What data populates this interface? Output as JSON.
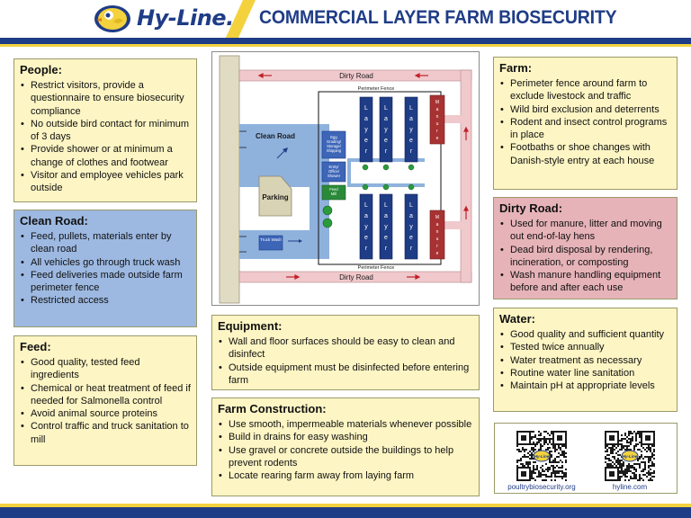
{
  "header": {
    "logo_text": "Hy-Line.",
    "title": "COMMERCIAL LAYER FARM BIOSECURITY"
  },
  "colors": {
    "navy": "#1f3c86",
    "yellow": "#f3d23e",
    "box_yellow": "#fdf5c4",
    "box_blue": "#9db9e2",
    "box_pink": "#e6b3b8",
    "clean_road": "#8fb2dd",
    "dirty_road": "#f0c9cc",
    "manure": "#a83232",
    "layer": "#1f3c86"
  },
  "sections": {
    "people": {
      "title": "People:",
      "items": [
        "Restrict visitors, provide a questionnaire to ensure biosecurity compliance",
        "No outside bird contact for minimum of 3 days",
        "Provide shower or at minimum a change of clothes and footwear",
        "Visitor and employee vehicles park outside"
      ]
    },
    "clean_road": {
      "title": "Clean Road:",
      "items": [
        "Feed, pullets, materials enter by clean road",
        "All vehicles go through truck wash",
        "Feed deliveries made outside farm perimeter fence",
        "Restricted access"
      ]
    },
    "feed": {
      "title": "Feed:",
      "items": [
        "Good quality, tested feed ingredients",
        "Chemical or heat treatment of feed if needed for Salmonella control",
        "Avoid animal source proteins",
        "Control traffic and truck sanitation to mill"
      ]
    },
    "equipment": {
      "title": "Equipment:",
      "items": [
        "Wall and floor surfaces should be easy to clean and disinfect",
        "Outside equipment must be disinfected before entering farm"
      ]
    },
    "farm_construction": {
      "title": "Farm Construction:",
      "items": [
        "Use smooth, impermeable materials whenever possible",
        "Build in drains for easy washing",
        "Use gravel or concrete outside the buildings to help prevent rodents",
        "Locate rearing farm away from laying farm"
      ]
    },
    "farm": {
      "title": "Farm:",
      "items": [
        "Perimeter fence around farm to exclude livestock and traffic",
        "Wild bird exclusion and deterrents",
        "Rodent and insect control programs in place",
        "Footbaths or shoe changes with Danish-style entry at each house"
      ]
    },
    "dirty_road": {
      "title": "Dirty Road:",
      "items": [
        "Used for manure, litter and moving out end-of-lay hens",
        "Dead bird disposal by rendering, incineration, or composting",
        "Wash manure handling equipment before and after each use"
      ]
    },
    "water": {
      "title": "Water:",
      "items": [
        "Good quality and sufficient quantity",
        "Tested twice annually",
        "Water treatment as necessary",
        "Routine water line sanitation",
        "Maintain pH at appropriate levels"
      ]
    }
  },
  "diagram": {
    "dirty_road_top": "Dirty Road",
    "dirty_road_bottom": "Dirty Road",
    "perimeter_fence_top": "Perimeter Fence",
    "perimeter_fence_bottom": "Perimeter Fence",
    "clean_road": "Clean Road",
    "parking": "Parking",
    "truck_wash": "Truck Wash",
    "egg_grading": "Egg Grading/ Storage/ Shipping",
    "entry_office": "Entry/ Office/ Shower",
    "feed_mill": "Feed Mill",
    "layer_letters": [
      "L",
      "a",
      "y",
      "e",
      "r"
    ],
    "manure_letters": [
      "M",
      "a",
      "n",
      "u",
      "r",
      "e"
    ]
  },
  "qr": {
    "left_label": "poultrybiosecurity.org",
    "right_label": "hyline.com",
    "badge": "Hy-Line"
  }
}
